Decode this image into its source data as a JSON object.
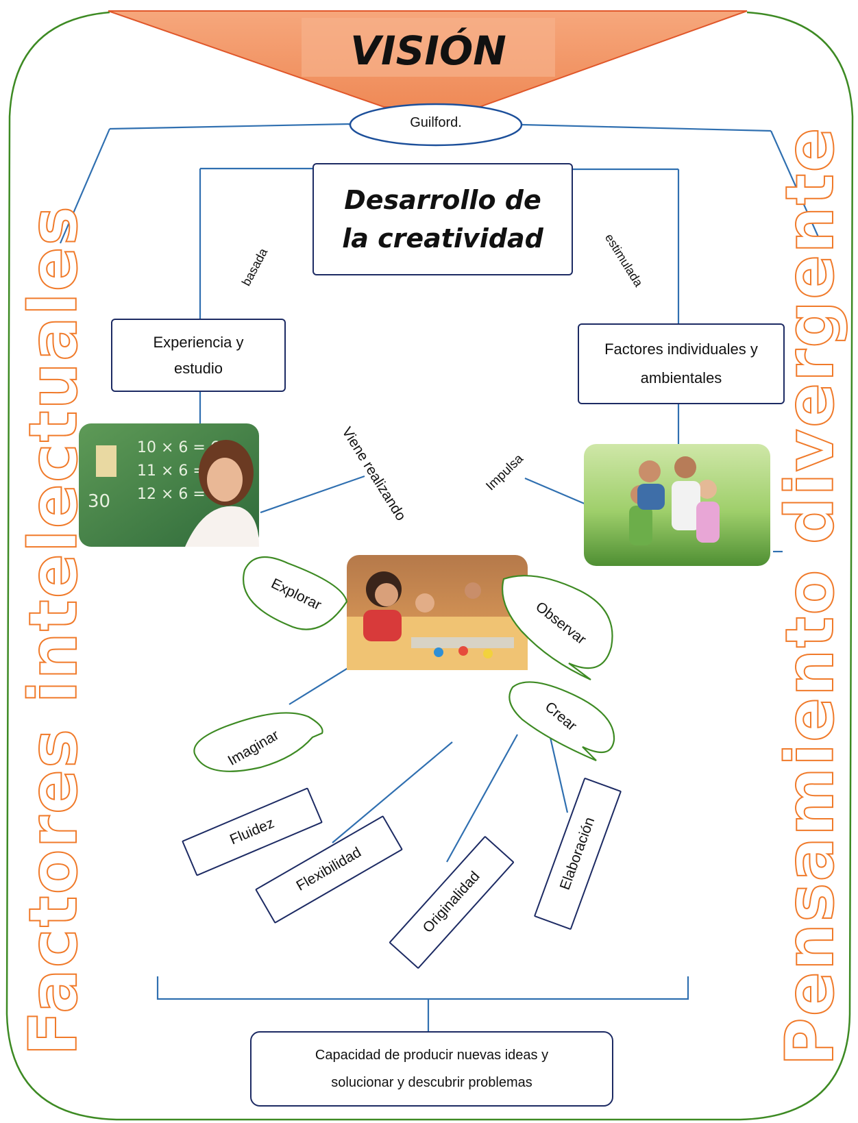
{
  "header": {
    "title": "VISIÓN"
  },
  "root_node": {
    "label": "Guilford."
  },
  "central": {
    "title": "Desarrollo de la creatividad"
  },
  "side_labels": {
    "left": "Factores intelectuales",
    "right": "Pensamiento divergente"
  },
  "nodes": {
    "experience": "Experiencia y estudio",
    "factors": "Factores individuales y ambientales"
  },
  "connectors": {
    "basada": "basada",
    "estimulada": "estimulada",
    "viene": "Viene realizando",
    "impulsa": "Impulsa"
  },
  "bubbles": {
    "explorar": "Explorar",
    "observar": "Observar",
    "crear": "Crear",
    "imaginar": "Imaginar"
  },
  "traits": {
    "fluidez": "Fluidez",
    "flexibilidad": "Flexibilidad",
    "originalidad": "Originalidad",
    "elaboracion": "Elaboración"
  },
  "conclusion": {
    "text": "Capacidad de producir nuevas ideas y solucionar y descubrir problemas"
  },
  "colors": {
    "frame": "#3d8a23",
    "banner_fill": "#f39b6d",
    "banner_edge": "#e0572a",
    "side_title": "#f07a2a",
    "line": "#2f6fb0",
    "box_border": "#1c2a63",
    "bubble_border": "#3d8a23"
  }
}
